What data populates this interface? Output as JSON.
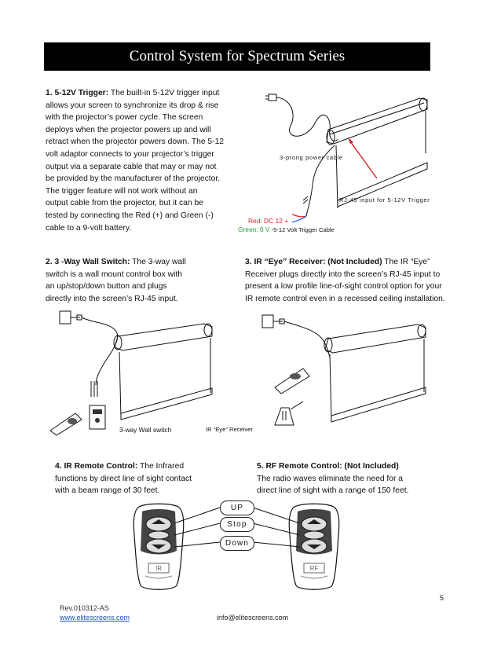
{
  "header": {
    "title": "Control System for Spectrum Series"
  },
  "section1": {
    "heading": "1. 5-12V Trigger:",
    "lines": [
      "The built-in 5-12V trigger input",
      "allows your screen to synchronize its drop & rise",
      "with the projector’s power cycle. The screen",
      "deploys when the projector powers up and will",
      "retract when the projector powers down. The 5-12",
      "volt adaptor connects to your projector’s trigger",
      "output via a separate cable that may or may not",
      "be provided by the manufacturer of the projector.",
      "The trigger feature will not work without an",
      "output cable from the projector, but it can be",
      "tested by connecting the Red (+) and Green (-)",
      "cable to a 9-volt battery."
    ],
    "label_power_cable": "3-prong power cable",
    "label_rj45": "RJ-45 input for 5-12V Trigger",
    "label_red": "Red: DC 12 +",
    "label_green": "Green: 0 V",
    "label_trigger_cable": "5-12 Volt Trigger Cable"
  },
  "section2": {
    "heading": "2.  3 -Way Wall Switch:",
    "lines": [
      "The 3-way wall",
      "switch is a wall mount control box with",
      "an up/stop/down button and plugs",
      "directly into the screen’s RJ-45 input."
    ],
    "label_switch": "3-way Wall switch"
  },
  "section3": {
    "heading": "3. IR “Eye” Receiver: (Not Included)",
    "lines": [
      "The IR “Eye”",
      "Receiver plugs directly into the screen’s RJ-45 input to",
      "present a low profile line-of-sight control option for your",
      "IR remote control even in a recessed ceiling installation."
    ],
    "label_receiver": "IR “Eye” Receiver"
  },
  "section4": {
    "heading": "4. IR Remote Control:",
    "lines": [
      "The Infrared",
      "functions by direct line of sight contact",
      "with a beam range of 30 feet."
    ],
    "remote_label": "IR"
  },
  "section5": {
    "heading": "5. RF Remote Control: (Not Included)",
    "lines": [
      "The radio waves eliminate the need for a",
      "direct line of sight with a range of 150 feet."
    ],
    "remote_label": "RF"
  },
  "buttons": {
    "up": "UP",
    "stop": "Stop",
    "down": "Down"
  },
  "footer": {
    "page_number": "5",
    "revision": "Rev.010312-AS",
    "website": "www.elitescreens.com",
    "email": "info@elitescreens.com"
  },
  "colors": {
    "red": "#e0202a",
    "green": "#22a03a",
    "arrow": "#d62020",
    "link": "#1a4fbf"
  }
}
